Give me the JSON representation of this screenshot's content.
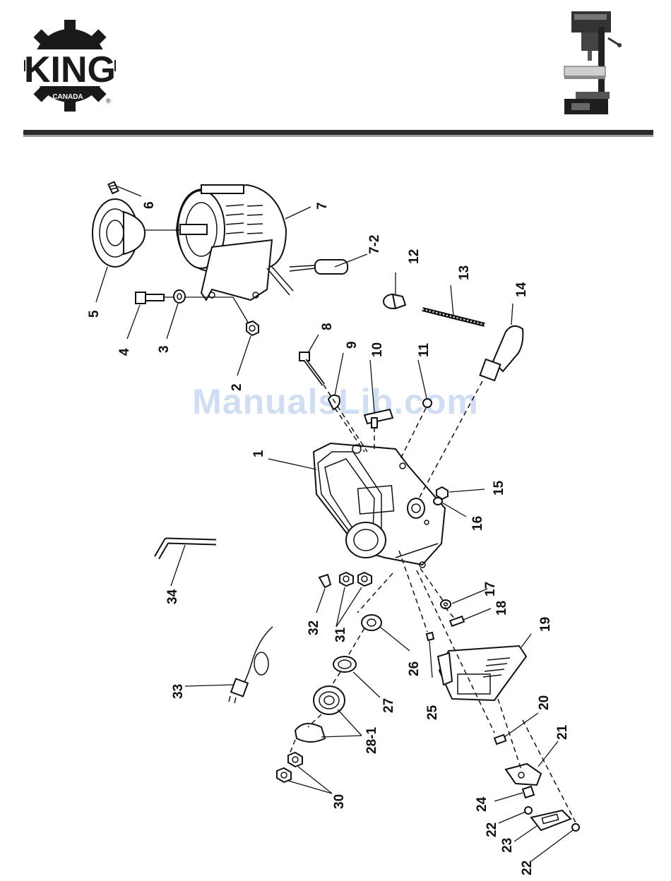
{
  "brand": {
    "name": "KING",
    "sub": "CANADA",
    "reg": "®",
    "color": "#1a1a1a"
  },
  "watermark": "ManualsLib.com",
  "parts": {
    "p1": "1",
    "p2": "2",
    "p3": "3",
    "p4": "4",
    "p5": "5",
    "p6": "6",
    "p7": "7",
    "p7_2": "7-2",
    "p8": "8",
    "p9": "9",
    "p10": "10",
    "p11": "11",
    "p12": "12",
    "p13": "13",
    "p14": "14",
    "p15": "15",
    "p16": "16",
    "p17": "17",
    "p18": "18",
    "p19": "19",
    "p20": "20",
    "p21": "21",
    "p22a": "22",
    "p22b": "22",
    "p23": "23",
    "p24": "24",
    "p25": "25",
    "p26": "26",
    "p27": "27",
    "p28_1": "28-1",
    "p30": "30",
    "p31": "31",
    "p32": "32",
    "p33": "33",
    "p34": "34"
  }
}
